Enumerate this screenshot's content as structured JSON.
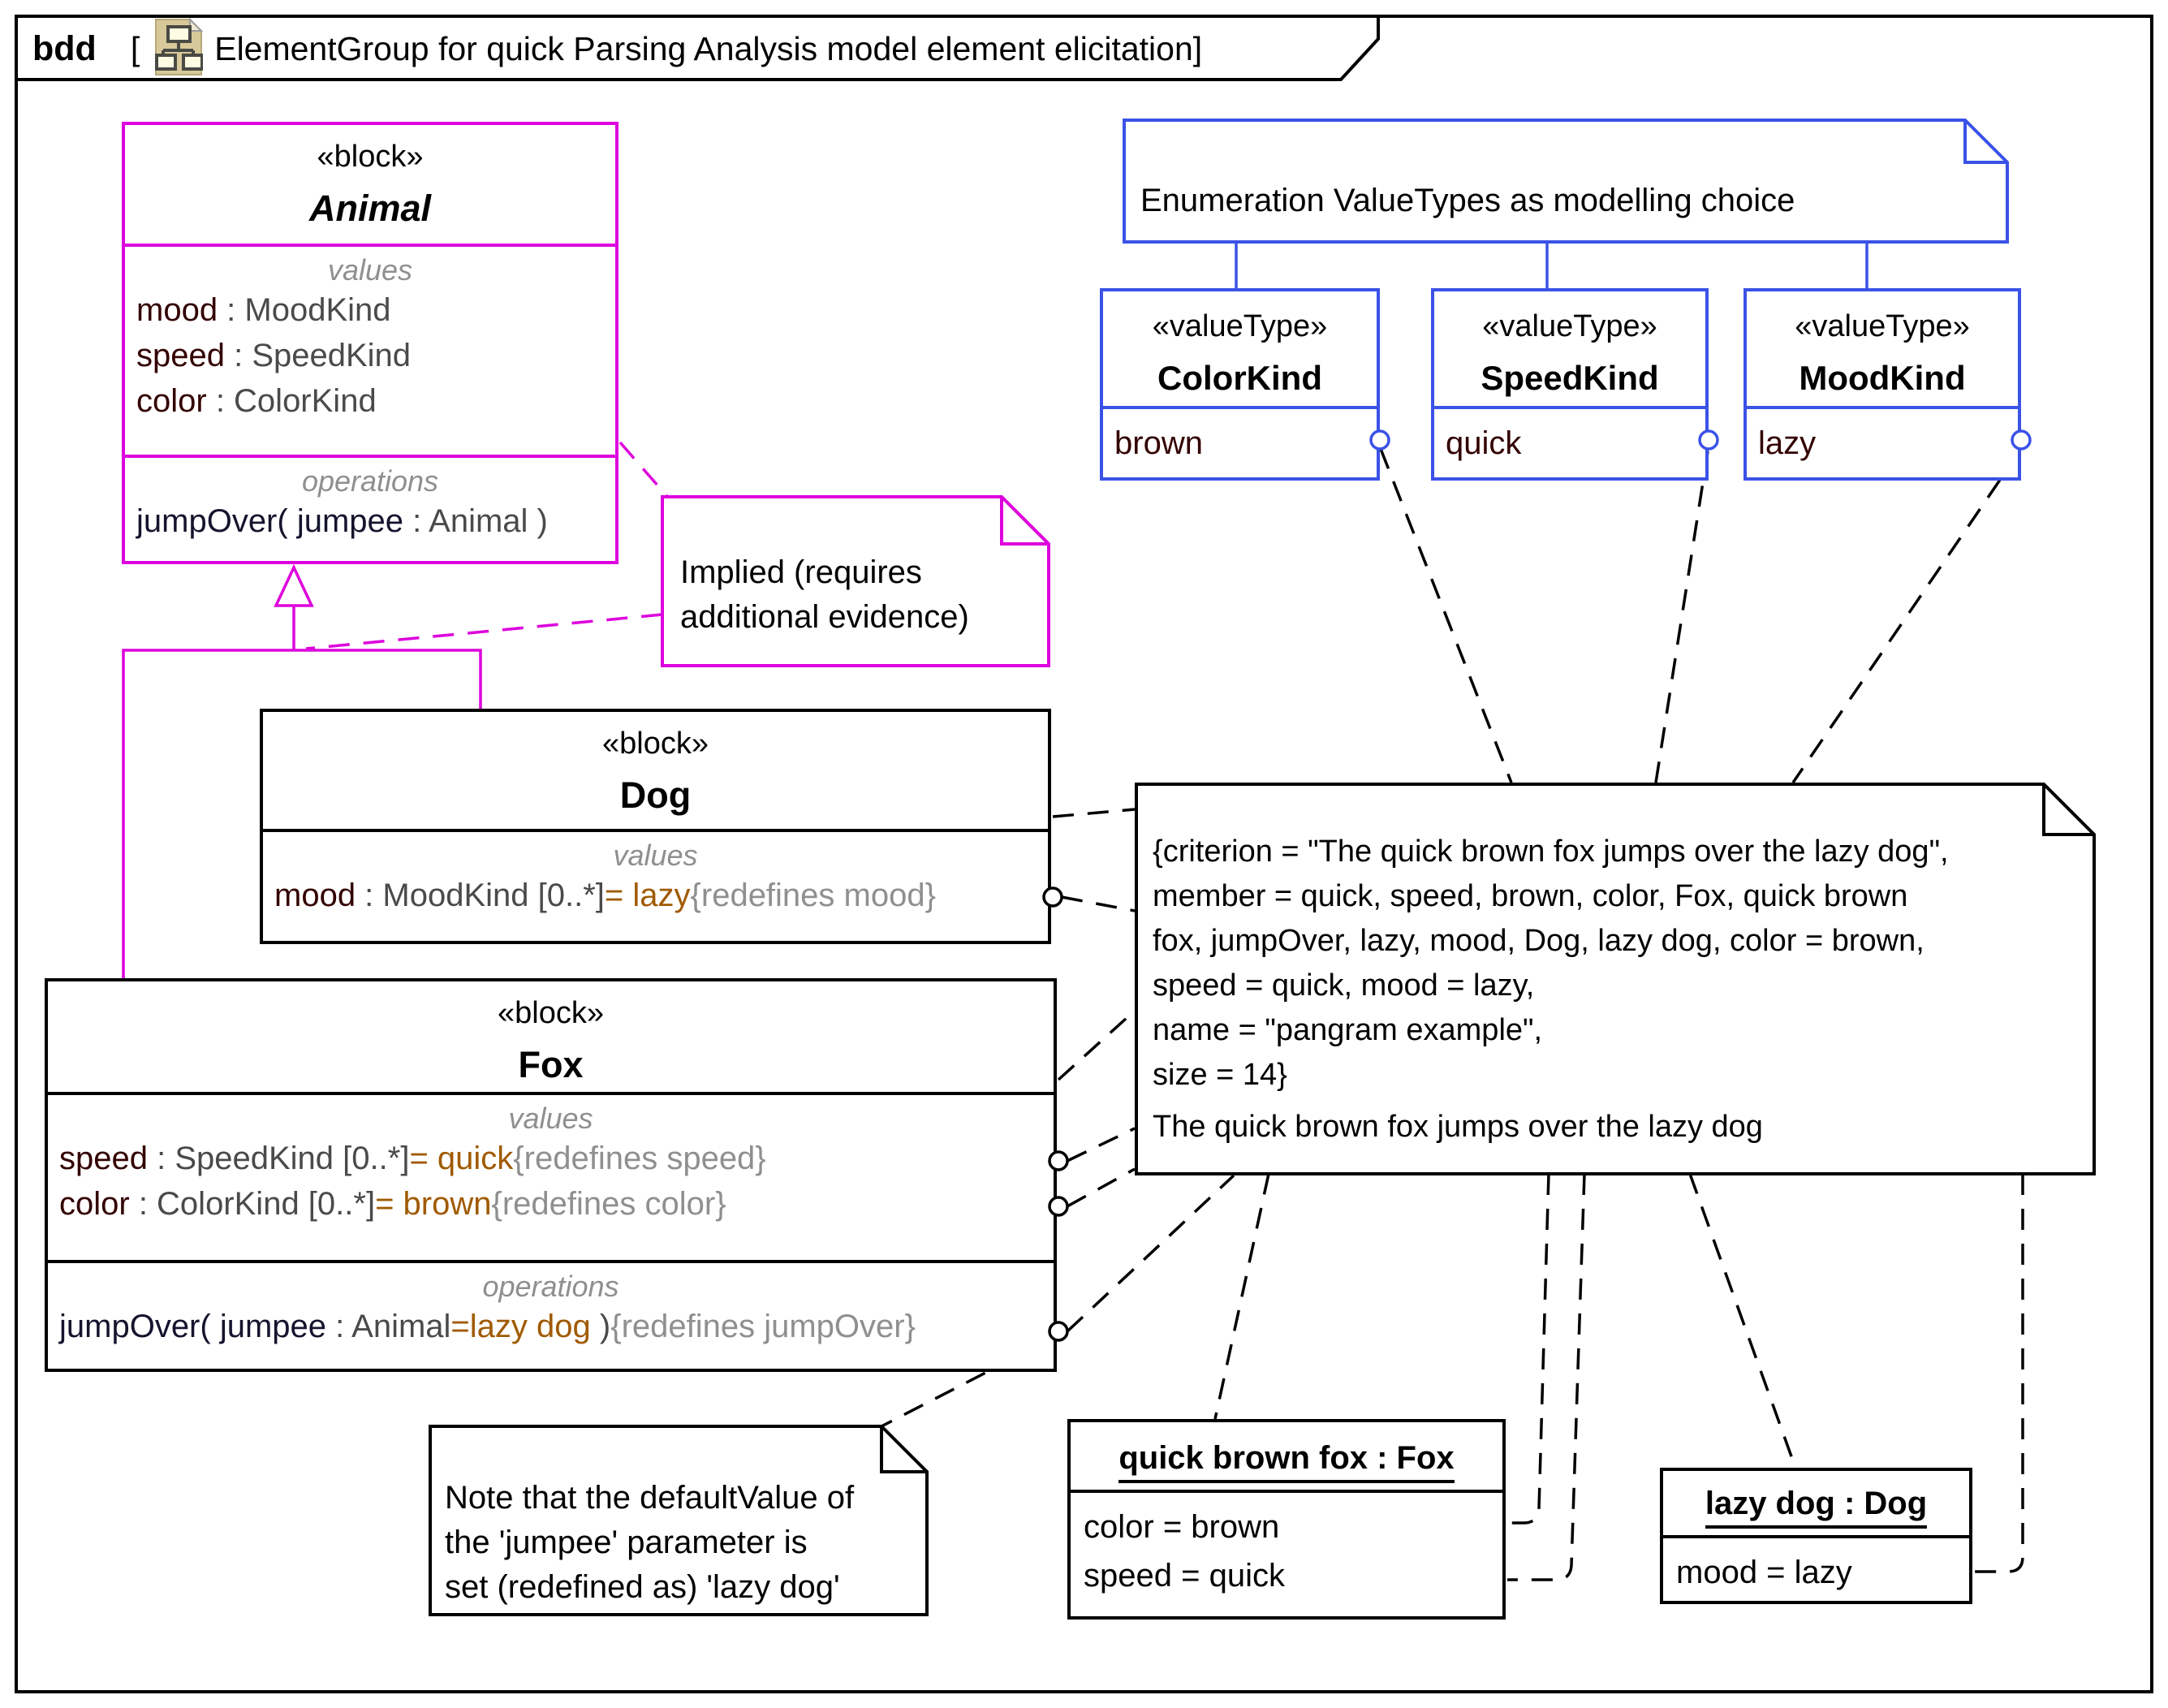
{
  "frame": {
    "keyword": "bdd",
    "open_bracket": "[",
    "title": "ElementGroup for quick Parsing Analysis model element elicitation",
    "close_bracket": "]",
    "icon": "element-group-diagram-icon"
  },
  "colors": {
    "magenta": "#dd00dd",
    "blue": "#3b52e6",
    "property_name": "#330000",
    "type_text": "#4a4a4a",
    "default_value": "#a05a00",
    "redefines_text": "#8f8f8f",
    "operation_name": "#14142e",
    "compartment_label": "#8f8f8f",
    "icon_tan": "#d8c99b"
  },
  "animal_block": {
    "stereotype": "«block»",
    "name": "Animal",
    "values_label": "values",
    "values": [
      {
        "name": "mood",
        "type": " : MoodKind"
      },
      {
        "name": "speed",
        "type": " : SpeedKind"
      },
      {
        "name": "color",
        "type": " : ColorKind"
      }
    ],
    "operations_label": "operations",
    "operation": {
      "name": "jumpOver( jumpee",
      "rest": " : Animal )"
    }
  },
  "dog_block": {
    "stereotype": "«block»",
    "name": "Dog",
    "values_label": "values",
    "value": {
      "name": "mood",
      "type": " : MoodKind [0..*]",
      "default": "= lazy",
      "redefines": "{redefines mood}"
    }
  },
  "fox_block": {
    "stereotype": "«block»",
    "name": "Fox",
    "values_label": "values",
    "values": [
      {
        "name": "speed",
        "type": " : SpeedKind [0..*]",
        "default": "= quick",
        "redefines": "{redefines speed}"
      },
      {
        "name": "color",
        "type": " : ColorKind [0..*]",
        "default": "= brown",
        "redefines": "{redefines color}"
      }
    ],
    "operations_label": "operations",
    "operation": {
      "name": "jumpOver( jumpee",
      "type": " : Animal",
      "default": "=lazy dog",
      "close": " )",
      "redefines": "{redefines jumpOver}"
    }
  },
  "enumeration_note": {
    "text": "Enumeration ValueTypes as modelling choice"
  },
  "value_types": [
    {
      "stereotype": "«valueType»",
      "name": "ColorKind",
      "literal": "brown"
    },
    {
      "stereotype": "«valueType»",
      "name": "SpeedKind",
      "literal": "quick"
    },
    {
      "stereotype": "«valueType»",
      "name": "MoodKind",
      "literal": "lazy"
    }
  ],
  "implied_note": {
    "lines": [
      "Implied (requires",
      "additional evidence)"
    ]
  },
  "criterion_note": {
    "lines": [
      "{criterion = \"The quick brown fox jumps over the lazy dog\",",
      "member = quick, speed, brown, color, Fox, quick brown",
      "fox, jumpOver, lazy, mood, Dog, lazy dog, color = brown,",
      "speed = quick, mood = lazy,",
      "name = \"pangram example\",",
      "size = 14}",
      "The quick brown fox jumps over the lazy dog"
    ]
  },
  "default_value_note": {
    "lines": [
      "Note that the defaultValue of",
      "the 'jumpee' parameter is",
      "set (redefined as) 'lazy dog'"
    ]
  },
  "instances": {
    "fox": {
      "title": "quick brown fox : Fox",
      "slots": [
        "color = brown",
        "speed = quick"
      ]
    },
    "dog": {
      "title": "lazy dog : Dog",
      "slots": [
        "mood = lazy"
      ]
    }
  }
}
